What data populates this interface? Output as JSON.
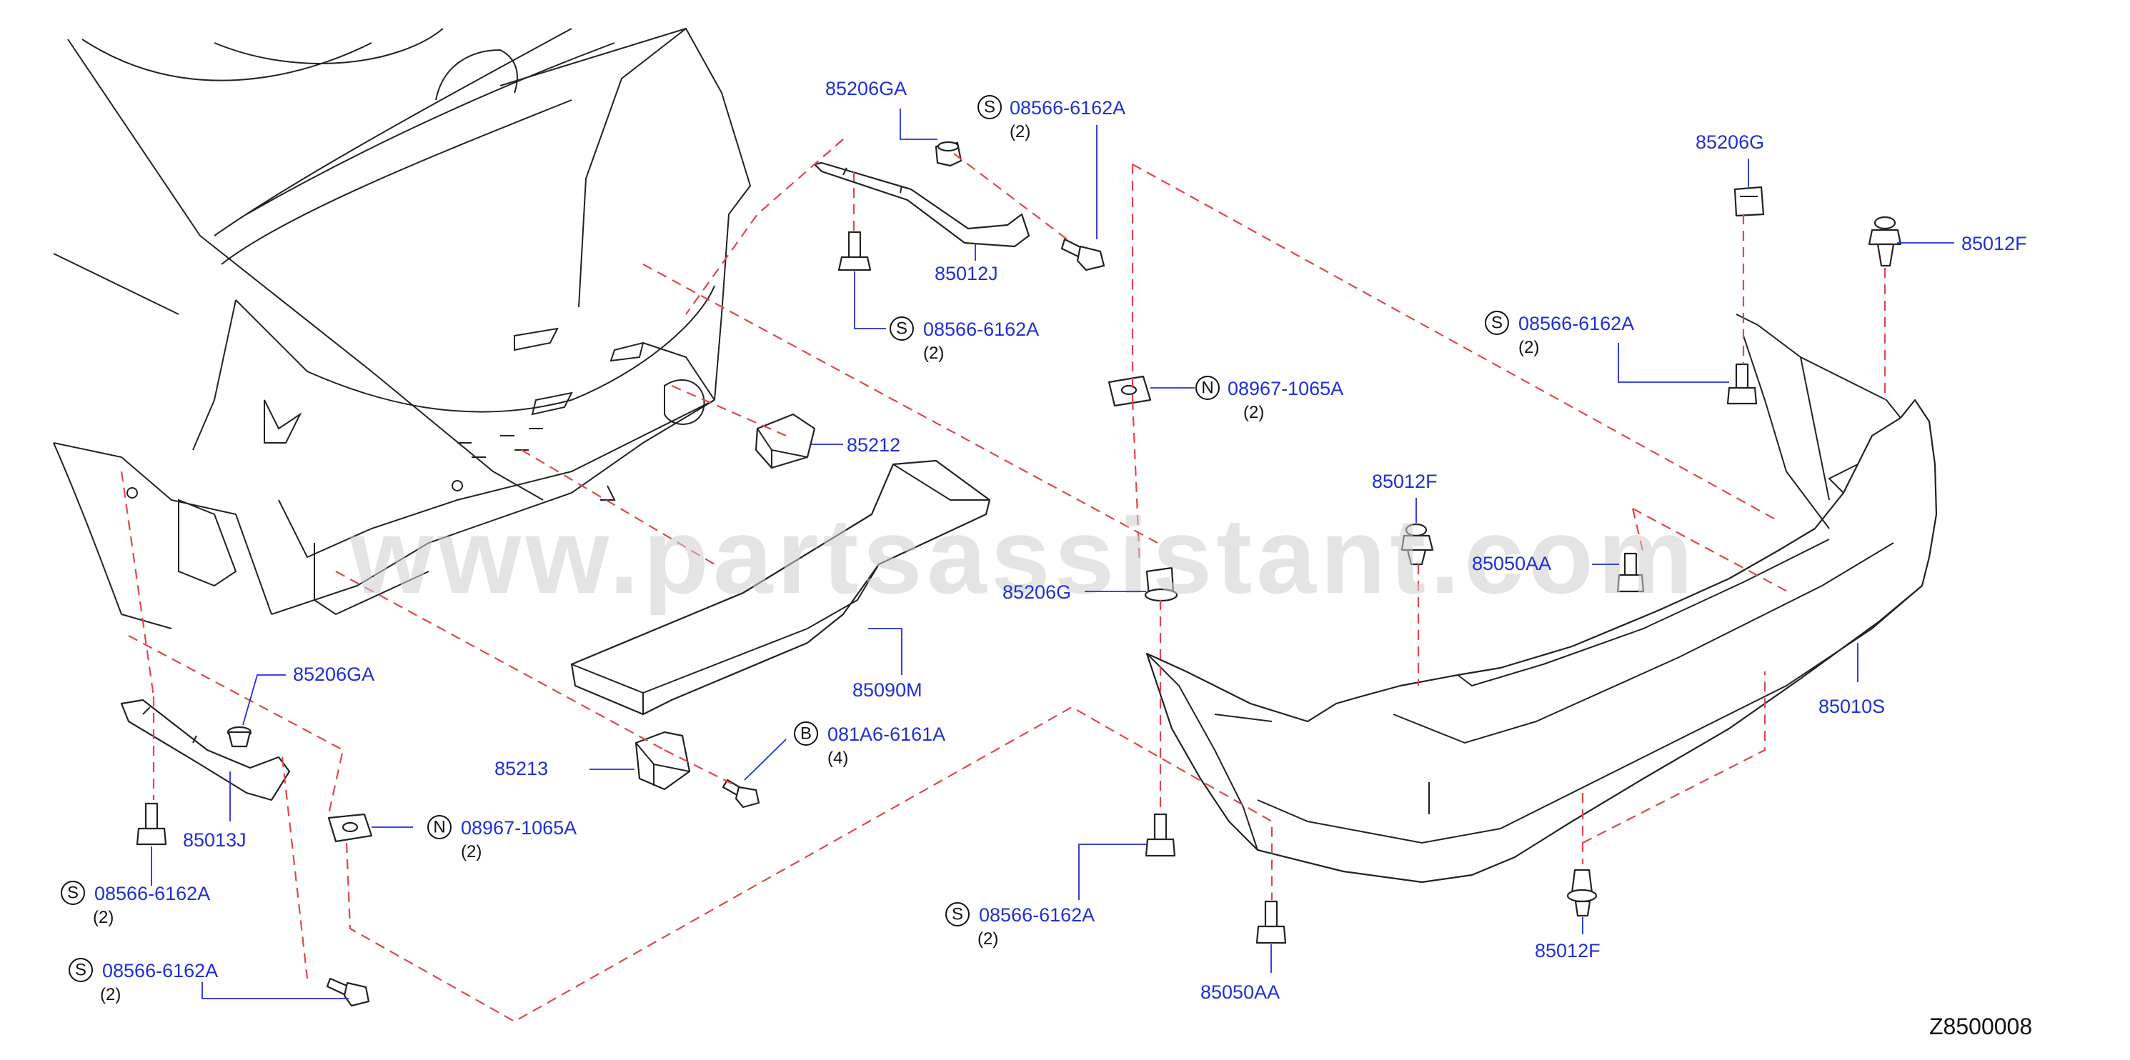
{
  "watermark": "www.partsassistant.com",
  "diagram_code": "Z8500008",
  "callouts": {
    "c1": {
      "part": "85206GA"
    },
    "c2": {
      "code": "S",
      "part": "08566-6162A",
      "qty": "(2)"
    },
    "c3": {
      "part": "85012J"
    },
    "c4": {
      "code": "S",
      "part": "08566-6162A",
      "qty": "(2)"
    },
    "c5": {
      "part": "85212"
    },
    "c6": {
      "code": "N",
      "part": "08967-1065A",
      "qty": "(2)"
    },
    "c7": {
      "part": "85206G"
    },
    "c8": {
      "part": "85012F"
    },
    "c9": {
      "code": "S",
      "part": "08566-6162A",
      "qty": "(2)"
    },
    "c10": {
      "part": "85012F"
    },
    "c11": {
      "part": "85050AA"
    },
    "c12": {
      "part": "85206G"
    },
    "c13": {
      "part": "85090M"
    },
    "c14": {
      "part": "85010S"
    },
    "c15": {
      "part": "85206GA"
    },
    "c16": {
      "code": "B",
      "part": "081A6-6161A",
      "qty": "(4)"
    },
    "c17": {
      "part": "85213"
    },
    "c18": {
      "code": "N",
      "part": "08967-1065A",
      "qty": "(2)"
    },
    "c19": {
      "part": "85013J"
    },
    "c20": {
      "code": "S",
      "part": "08566-6162A",
      "qty": "(2)"
    },
    "c21": {
      "code": "S",
      "part": "08566-6162A",
      "qty": "(2)"
    },
    "c22": {
      "code": "S",
      "part": "08566-6162A",
      "qty": "(2)"
    },
    "c23": {
      "part": "85050AA"
    },
    "c24": {
      "part": "85012F"
    }
  }
}
